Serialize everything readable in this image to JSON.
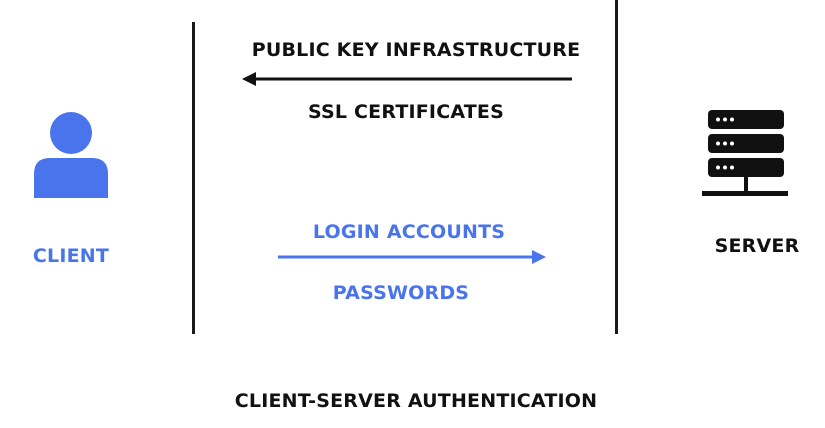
{
  "client": {
    "label": "CLIENT",
    "icon": "user-icon",
    "color": "#4a74ec"
  },
  "server": {
    "label": "SERVER",
    "icon": "server-rack-icon",
    "color": "#111111"
  },
  "server_to_client": {
    "direction": "left",
    "top_label": "PUBLIC KEY INFRASTRUCTURE",
    "bottom_label": "SSL CERTIFICATES",
    "color": "#111111"
  },
  "client_to_server": {
    "direction": "right",
    "top_label": "LOGIN ACCOUNTS",
    "bottom_label": "PASSWORDS",
    "color": "#4a74ec"
  },
  "caption": "CLIENT-SERVER AUTHENTICATION"
}
